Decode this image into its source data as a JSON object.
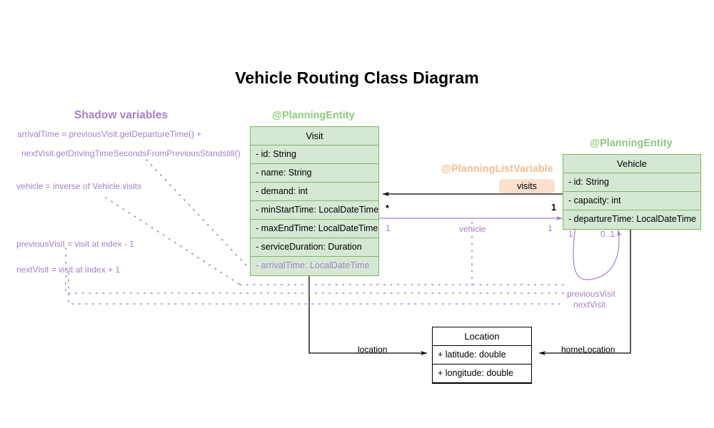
{
  "title": "Vehicle Routing Class Diagram",
  "colors": {
    "entity_fill": "#d5e8d4",
    "entity_stroke": "#82b366",
    "stereotype_green": "#8fc97e",
    "shadow_purple": "#a87fc8",
    "listvar_orange": "#f4bf91",
    "badge_fill": "#fbe0ce",
    "plain_stroke": "#000000"
  },
  "stereotypes": {
    "visit": "@PlanningEntity",
    "vehicle": "@PlanningEntity",
    "list_variable": "@PlanningListVariable"
  },
  "classes": {
    "visit": {
      "name": "Visit",
      "fields": [
        "- id: String",
        "- name: String",
        "- demand: int",
        "- minStartTime: LocalDateTime",
        "- maxEndTime: LocalDateTime",
        "- serviceDuration: Duration"
      ],
      "shadow_fields": [
        "- arrivalTime: LocalDateTime"
      ]
    },
    "vehicle": {
      "name": "Vehicle",
      "fields": [
        "- id: String",
        "- capacity: int",
        "- departureTime: LocalDateTime"
      ],
      "shadow_fields": []
    },
    "location": {
      "name": "Location",
      "fields": [
        "+ latitude: double",
        "+ longitude: double"
      ],
      "shadow_fields": []
    }
  },
  "badges": {
    "visits": "visits"
  },
  "shadow_panel": {
    "title": "Shadow variables",
    "notes": [
      "arrivalTime = previousVisit.getDepartureTime() +",
      "nextVisit.getDrivingTimeSecondsFromPreviousStandstill()",
      "vehicle = inverse of Vehicle.visits",
      "previousVisit = visit at index - 1",
      "nextVisit = visit at index + 1"
    ]
  },
  "edges": {
    "visits": {
      "label": "visits",
      "source_mult": "1",
      "target_mult": "*"
    },
    "vehicle": {
      "label": "vehicle",
      "source_mult": "1",
      "target_mult": "1"
    },
    "self_loop": {
      "source_mult": "1",
      "target_mult": "0..1"
    },
    "location": {
      "label": "location"
    },
    "home_location": {
      "label": "homeLocation"
    },
    "previous_visit": {
      "label": "previousVisit"
    },
    "next_visit": {
      "label": "nextVisit"
    }
  }
}
